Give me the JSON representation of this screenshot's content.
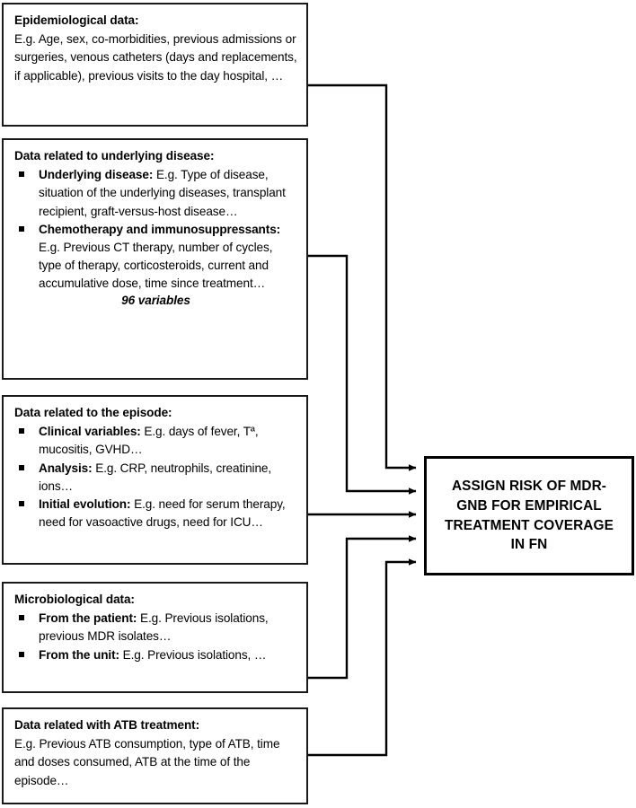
{
  "diagram": {
    "title": "Assign risk of MDR-GNB for empirical treatment coverage in FN",
    "type": "flow-diagram",
    "orientation": "left-to-right",
    "input_count": 5,
    "output_count": 1,
    "colors": {
      "box_border": "#1a1a1a",
      "output_border": "#000000",
      "background": "#ffffff",
      "text": "#000000",
      "connector": "#000000"
    }
  },
  "inputs": [
    {
      "id": "epidemiological-data",
      "title": "Epidemiological data:",
      "body": "E.g. Age, sex, co-morbidities, previous admissions or surgeries, venous catheters (days and replacements, if applicable), previous visits to the day hospital, …",
      "bullets": [],
      "footnote": ""
    },
    {
      "id": "underlying-disease-data",
      "title": "Data related to underlying disease:",
      "body": "",
      "bullets": [
        {
          "lead": "Underlying disease:",
          "text": " E.g. Type of disease, situation of the underlying diseases, transplant recipient, graft-versus-host disease…"
        },
        {
          "lead": "Chemotherapy and immunosuppressants:",
          "text": " E.g. Previous CT therapy, number of cycles, type of therapy, corticosteroids, current and accumulative dose, time since treatment…"
        }
      ],
      "footnote": "96 variables"
    },
    {
      "id": "episode-data",
      "title": "Data related to the episode:",
      "body": "",
      "bullets": [
        {
          "lead": "Clinical variables:",
          "text": " E.g. days of fever, Tª, mucositis, GVHD…"
        },
        {
          "lead": "Analysis:",
          "text": " E.g. CRP, neutrophils, creatinine, ions…"
        },
        {
          "lead": "Initial evolution:",
          "text": " E.g. need for serum therapy, need for vasoactive drugs, need for ICU…"
        }
      ],
      "footnote": ""
    },
    {
      "id": "microbiological-data",
      "title": "Microbiological data:",
      "body": "",
      "bullets": [
        {
          "lead": "From the patient:",
          "text": " E.g. Previous isolations, previous MDR isolates…"
        },
        {
          "lead": "From the unit:",
          "text": " E.g. Previous isolations, …"
        }
      ],
      "footnote": ""
    },
    {
      "id": "atb-treatment-data",
      "title": "Data related with ATB treatment:",
      "body": "E.g. Previous ATB consumption, type of ATB, time and doses consumed, ATB at the time of the episode…",
      "bullets": [],
      "footnote": ""
    }
  ],
  "output": {
    "id": "assign-risk-output",
    "label": "ASSIGN RISK OF MDR-GNB FOR EMPIRICAL TREATMENT COVERAGE IN FN"
  }
}
